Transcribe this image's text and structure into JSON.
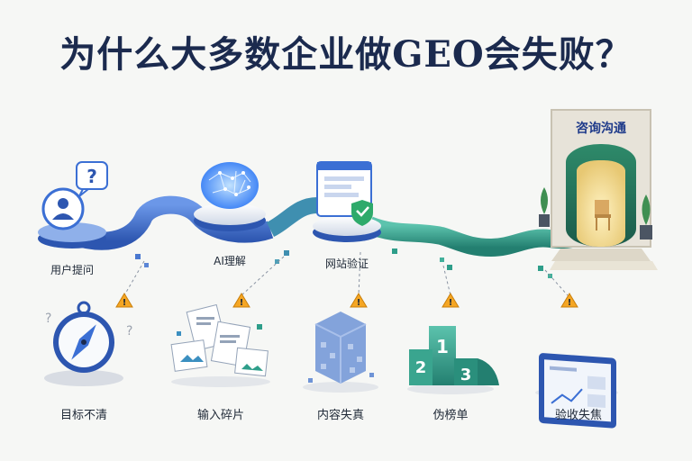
{
  "title": "为什么大多数企业做GEO会失败？",
  "pipeline": {
    "stages": [
      {
        "label": "用户提问",
        "icon": "user-question-icon"
      },
      {
        "label": "AI理解",
        "icon": "ai-brain-icon"
      },
      {
        "label": "网站验证",
        "icon": "website-shield-icon"
      }
    ],
    "destination": {
      "label": "咨询沟通",
      "icon": "consultation-door-icon"
    }
  },
  "failures": [
    {
      "label": "目标不清",
      "icon": "compass-icon"
    },
    {
      "label": "输入碎片",
      "icon": "scattered-documents-icon"
    },
    {
      "label": "内容失真",
      "icon": "pixelated-cube-icon"
    },
    {
      "label": "伪榜单",
      "icon": "ranking-podium-icon"
    },
    {
      "label": "验收失焦",
      "icon": "monitor-chart-icon"
    }
  ],
  "podium_numbers": [
    "1",
    "2",
    "3"
  ],
  "colors": {
    "title": "#1b2a4e",
    "blue": "#3b6fd4",
    "teal": "#2e9e8a",
    "warning": "#f5a623"
  }
}
